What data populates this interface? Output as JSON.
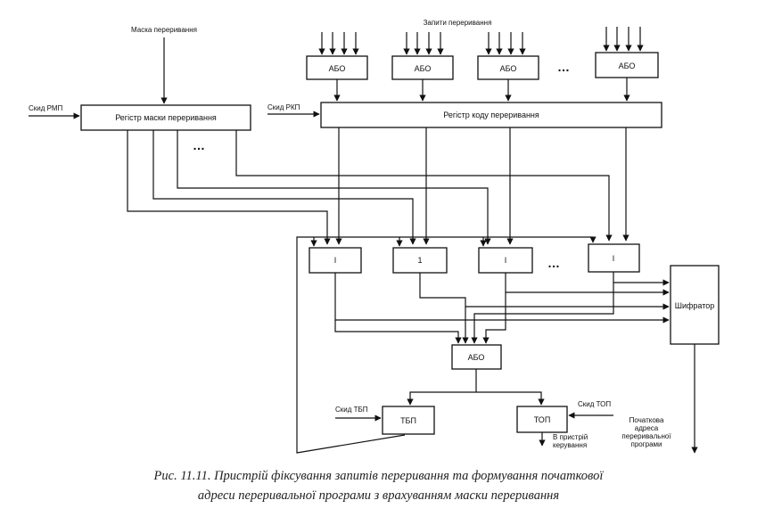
{
  "labels": {
    "mask_input": "Маска переривання",
    "requests": "Запити переривання",
    "reset_rmp": "Скид РМП",
    "reset_rkp": "Скид РКП",
    "reset_tbp": "Скид ТБП",
    "reset_top": "Скид ТОП",
    "to_control_1": "В пристрій",
    "to_control_2": "керування",
    "start_addr_1": "Початкова",
    "start_addr_2": "адреса",
    "start_addr_3": "переривальної",
    "start_addr_4": "програми",
    "ellipsis": "…"
  },
  "blocks": {
    "mask_register": "Регістр маски переривання",
    "code_register": "Регістр коду переривання",
    "or_gate": "АБО",
    "and_1": "І",
    "and_2": "1",
    "and_3": "І",
    "and_4": "І",
    "encoder": "Шифратор",
    "tbp": "ТБП",
    "top": "ТОП"
  },
  "caption": {
    "line1": "Рис. 11.11. Пристрій фіксування запитів переривання та формування початкової",
    "line2": "адреси переривальної програми з врахуванням маски переривання"
  }
}
